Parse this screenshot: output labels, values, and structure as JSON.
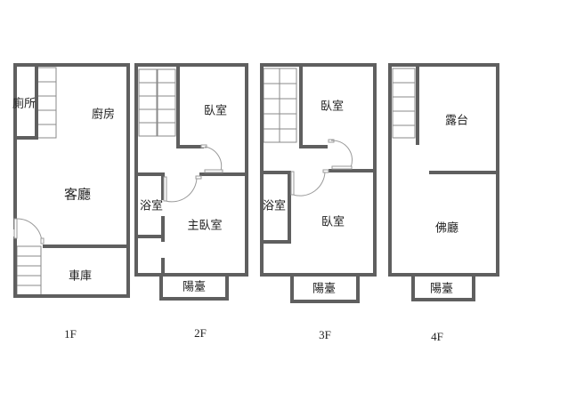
{
  "diagram": {
    "type": "floor-plan",
    "wall_color": "#5f5f5f",
    "background": "#ffffff",
    "floors": [
      {
        "id": "1F",
        "label": "1F",
        "rooms": [
          {
            "name": "廁所"
          },
          {
            "name": "廚房"
          },
          {
            "name": "客廳"
          },
          {
            "name": "車庫"
          }
        ],
        "features": [
          "staircase-top-left",
          "staircase-bottom-left",
          "door-living-room"
        ]
      },
      {
        "id": "2F",
        "label": "2F",
        "rooms": [
          {
            "name": "臥室"
          },
          {
            "name": "浴室"
          },
          {
            "name": "主臥室"
          },
          {
            "name": "陽臺"
          }
        ],
        "features": [
          "staircase-double-top-left",
          "door-bedroom",
          "door-bathroom"
        ]
      },
      {
        "id": "3F",
        "label": "3F",
        "rooms": [
          {
            "name": "臥室"
          },
          {
            "name": "浴室"
          },
          {
            "name": "臥室"
          },
          {
            "name": "陽臺"
          }
        ],
        "features": [
          "staircase-double-top-left",
          "door-bedroom",
          "door-bathroom"
        ]
      },
      {
        "id": "4F",
        "label": "4F",
        "rooms": [
          {
            "name": "露台"
          },
          {
            "name": "佛廳"
          },
          {
            "name": "陽臺"
          }
        ],
        "features": [
          "staircase-top-left",
          "partition-wall"
        ]
      }
    ]
  }
}
